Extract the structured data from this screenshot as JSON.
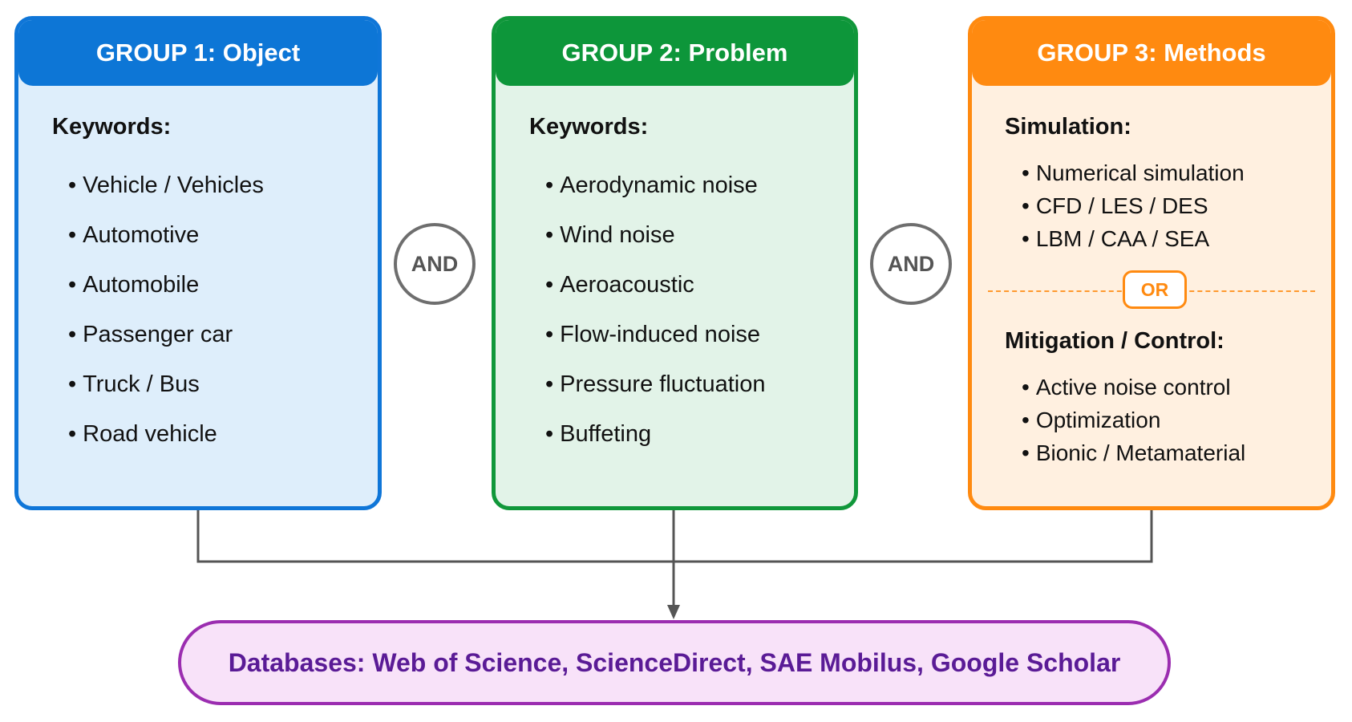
{
  "group1": {
    "header": "GROUP 1: Object",
    "section_title": "Keywords:",
    "items": [
      "Vehicle / Vehicles",
      "Automotive",
      "Automobile",
      "Passenger car",
      "Truck / Bus",
      "Road vehicle"
    ],
    "color": "#0d76d6"
  },
  "group2": {
    "header": "GROUP 2: Problem",
    "section_title": "Keywords:",
    "items": [
      "Aerodynamic noise",
      "Wind noise",
      "Aeroacoustic",
      "Flow-induced noise",
      "Pressure fluctuation",
      "Buffeting"
    ],
    "color": "#0d963a"
  },
  "group3": {
    "header": "GROUP 3: Methods",
    "simulation_title": "Simulation:",
    "simulation_items": [
      "Numerical simulation",
      "CFD / LES / DES",
      "LBM / CAA / SEA"
    ],
    "or_label": "OR",
    "mitigation_title": "Mitigation / Control:",
    "mitigation_items": [
      "Active noise control",
      "Optimization",
      "Bionic / Metamaterial"
    ],
    "color": "#ff8a10"
  },
  "and_labels": [
    "AND",
    "AND"
  ],
  "database": {
    "label": "Databases: Web of Science, ScienceDirect, SAE Mobilus, Google Scholar",
    "color": "#5a1b96"
  }
}
